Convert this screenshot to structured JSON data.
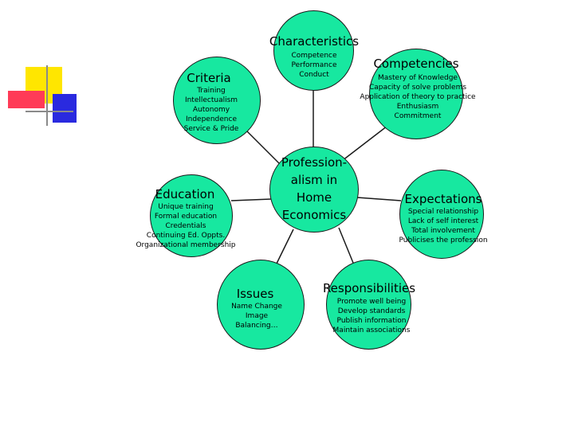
{
  "colors": {
    "node_fill": "#17e8a0",
    "deco_yellow": "#ffe600",
    "deco_red": "#ff3b57",
    "deco_blue": "#2a2adf",
    "deco_line": "#8a8a8a"
  },
  "center": {
    "title_lines": [
      "Profession-",
      "alism in",
      "Home",
      "Economics"
    ]
  },
  "characteristics": {
    "title": "Characteristics",
    "items": [
      "Competence",
      "Performance",
      "Conduct"
    ]
  },
  "competencies": {
    "title": "Competencies",
    "items": [
      "Mastery of Knowledge",
      "Capacity of solve problems",
      "Application of theory to practice",
      "Enthusiasm",
      "Commitment"
    ]
  },
  "criteria": {
    "title": "Criteria",
    "items": [
      "Training",
      "Intellectualism",
      "Autonomy",
      "Independence",
      "Service & Pride"
    ]
  },
  "education": {
    "title": "Education",
    "items": [
      "Unique training",
      "Formal education",
      "Credentials",
      "Continuing Ed. Oppts.",
      "Organizational membership"
    ]
  },
  "expectations": {
    "title": "Expectations",
    "items": [
      "Special relationship",
      "Lack of self interest",
      "Total involvement",
      "Publicises the profession"
    ]
  },
  "issues": {
    "title": "Issues",
    "items": [
      "Name Change",
      "Image",
      "Balancing…"
    ]
  },
  "responsibilities": {
    "title": "Responsibilities",
    "items": [
      "Promote well being",
      "Develop standards",
      "Publish information",
      "Maintain associations"
    ]
  }
}
